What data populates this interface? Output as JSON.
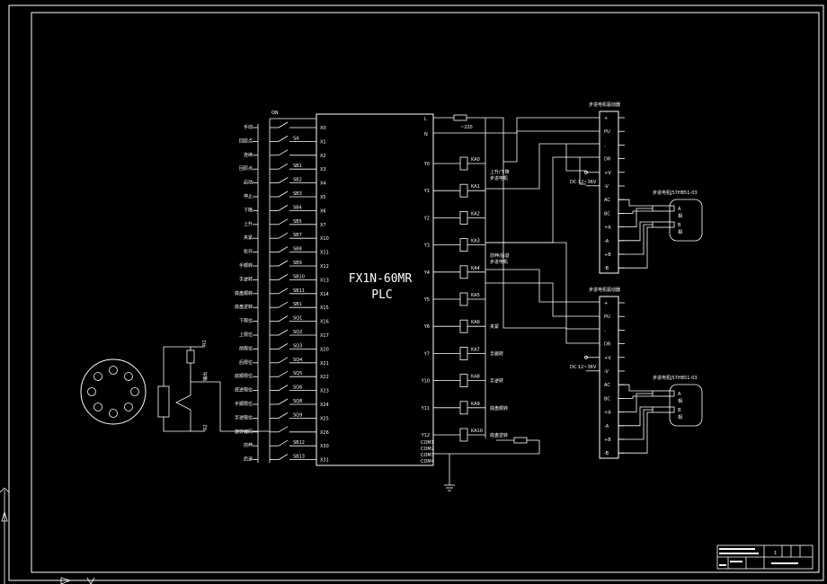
{
  "plc": {
    "model": "FX1N-60MR",
    "sub": "PLC"
  },
  "power": {
    "switch_label": "QN",
    "line": "L",
    "neutral": "N",
    "voltage": "~220"
  },
  "inputs": [
    {
      "label": "手动",
      "sw": "",
      "x": "X0"
    },
    {
      "label": "回原点",
      "sw": "SA",
      "x": "X1"
    },
    {
      "label": "连续",
      "sw": "",
      "x": "X2"
    },
    {
      "label": "回原点",
      "sw": "SB1",
      "x": "X3"
    },
    {
      "label": "启动",
      "sw": "SB2",
      "x": "X4"
    },
    {
      "label": "停止",
      "sw": "SB3",
      "x": "X5"
    },
    {
      "label": "下降",
      "sw": "SB4",
      "x": "X6"
    },
    {
      "label": "上升",
      "sw": "SB5",
      "x": "X7"
    },
    {
      "label": "夹紧",
      "sw": "SB7",
      "x": "X10"
    },
    {
      "label": "松开",
      "sw": "SB8",
      "x": "X11"
    },
    {
      "label": "手顺转",
      "sw": "SB9",
      "x": "X12"
    },
    {
      "label": "手逆转",
      "sw": "SB10",
      "x": "X13"
    },
    {
      "label": "底盘顺转",
      "sw": "SB11",
      "x": "X14"
    },
    {
      "label": "底盘逆转",
      "sw": "SB1",
      "x": "X15"
    },
    {
      "label": "下限位",
      "sw": "SQ1",
      "x": "X16"
    },
    {
      "label": "上限位",
      "sw": "SQ2",
      "x": "X17"
    },
    {
      "label": "前限位",
      "sw": "SQ3",
      "x": "X20"
    },
    {
      "label": "后限位",
      "sw": "SQ4",
      "x": "X21"
    },
    {
      "label": "底顺限位",
      "sw": "SQ5",
      "x": "X22"
    },
    {
      "label": "底逆限位",
      "sw": "SQ6",
      "x": "X23"
    },
    {
      "label": "手顺限位",
      "sw": "SQ8",
      "x": "X24"
    },
    {
      "label": "手逆限位",
      "sw": "SQ9",
      "x": "X25"
    },
    {
      "label": "旋转编码",
      "sw": "",
      "x": "X26"
    },
    {
      "label": "前伸",
      "sw": "SB12",
      "x": "X30"
    },
    {
      "label": "后退",
      "sw": "SB13",
      "x": "X31"
    }
  ],
  "outputs": [
    {
      "y": "Y0",
      "ka": "KA0",
      "desc": ""
    },
    {
      "y": "Y1",
      "ka": "KA1",
      "desc": ""
    },
    {
      "y": "Y2",
      "ka": "KA2",
      "desc": ""
    },
    {
      "y": "Y3",
      "ka": "KA3",
      "desc": ""
    },
    {
      "y": "Y4",
      "ka": "KA4",
      "desc": ""
    },
    {
      "y": "Y5",
      "ka": "KA5",
      "desc": ""
    },
    {
      "y": "Y6",
      "ka": "KA6",
      "desc": "夹紧"
    },
    {
      "y": "Y7",
      "ka": "KA7",
      "desc": "手顺转"
    },
    {
      "y": "Y10",
      "ka": "KA8",
      "desc": "手逆转"
    },
    {
      "y": "Y11",
      "ka": "KA9",
      "desc": "底盘顺转"
    },
    {
      "y": "Y12",
      "ka": "KA10",
      "desc": "底盘逆转"
    }
  ],
  "output_notes": {
    "lift_1": "上升/下降",
    "lift_2": "步进电机",
    "reach_1": "前伸/后退",
    "reach_2": "步进电机"
  },
  "commons": [
    "COM1",
    "COM2",
    "COM3",
    "COM4"
  ],
  "drivers": [
    {
      "title": "步进电机驱动器",
      "pins": [
        "+",
        "PU",
        "-",
        "DR",
        "+V",
        "-V",
        "AC",
        "BC",
        "+A",
        "-A",
        "+B",
        "-B"
      ],
      "dc": "DC 12~36V",
      "motor_title": "步进电机J57HB51-03",
      "phase_a": "A",
      "phase_a2": "相",
      "phase_b": "B",
      "phase_b2": "相"
    },
    {
      "title": "步进电机驱动器",
      "pins": [
        "+",
        "PU",
        "-",
        "DR",
        "+V",
        "-V",
        "AC",
        "BC",
        "+A",
        "-A",
        "+B",
        "-B"
      ],
      "dc": "DC 12~36V",
      "motor_title": "步进电机J57HB51-03",
      "phase_a": "A",
      "phase_a2": "相",
      "phase_b": "B",
      "phase_b2": "相"
    }
  ],
  "encoder": {
    "r_top": "R1",
    "r_mid": "输出",
    "r_bot": "R2"
  },
  "title_block": {
    "sheet": "1"
  }
}
